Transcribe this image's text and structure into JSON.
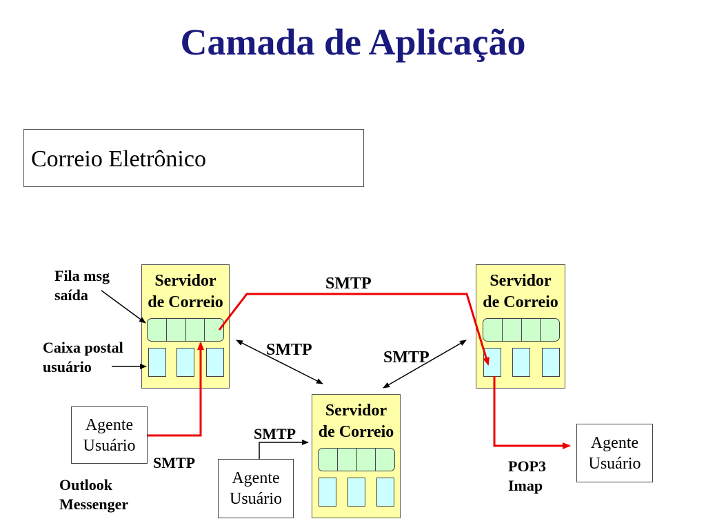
{
  "title": "Camada de Aplicação",
  "subtitle": "Correio Eletrônico",
  "servers": [
    {
      "label": "Servidor\nde Correio"
    },
    {
      "label": "Servidor\nde Correio"
    },
    {
      "label": "Servidor\nde Correio"
    }
  ],
  "agents": [
    {
      "label": "Agente\nUsuário"
    },
    {
      "label": "Agente\nUsuário"
    },
    {
      "label": "Agente\nUsuário"
    }
  ],
  "labels": {
    "queue": "Fila msg\nsaída",
    "mailbox": "Caixa postal\nusuário",
    "smtp_top": "SMTP",
    "smtp_left": "SMTP",
    "smtp_right": "SMTP",
    "smtp_center_agent": "SMTP",
    "smtp_left_agent": "SMTP",
    "clients": "Outlook\nMessenger",
    "pop_imap": "POP3\nImap"
  },
  "colors": {
    "title": "#1a1a7e",
    "server_fill": "#ffffa8",
    "queue_fill": "#ccffcc",
    "mailbox_fill": "#ccffff",
    "flow_arrow": "#ee0000"
  }
}
